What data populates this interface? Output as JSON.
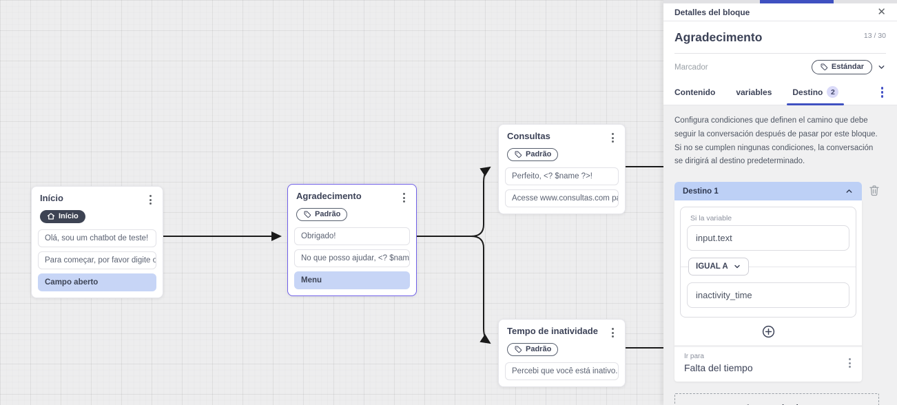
{
  "icons": {
    "close": "✕"
  },
  "colors": {
    "accent_blue": "#3f51c1",
    "selection_purple": "#6f5fe8",
    "item_highlight": "#c7d5f6",
    "destination_header": "#bdd0f6",
    "badge_dark": "#3d4353",
    "edge": "#1a1a1a"
  },
  "canvas": {
    "nodes": [
      {
        "title": "Início",
        "badge": {
          "label": "Início",
          "icon": "home-icon"
        },
        "items": [
          {
            "text": "Olá, sou um chatbot de teste!",
            "highlighted": false
          },
          {
            "text": "Para começar, por favor digite o ...",
            "highlighted": false
          },
          {
            "text": "Campo aberto",
            "highlighted": true
          }
        ]
      },
      {
        "title": "Agradecimento",
        "badge": {
          "label": "Padrão",
          "icon": "tag-icon"
        },
        "selected": true,
        "items": [
          {
            "text": "Obrigado!",
            "highlighted": false
          },
          {
            "text": "No que posso ajudar, <? $name ...",
            "highlighted": false
          },
          {
            "text": "Menu",
            "highlighted": true
          }
        ]
      },
      {
        "title": "Consultas",
        "badge": {
          "label": "Padrão",
          "icon": "tag-icon"
        },
        "items": [
          {
            "text": "Perfeito, <? $name ?>!",
            "highlighted": false
          },
          {
            "text": "Acesse www.consultas.com par...",
            "highlighted": false
          }
        ]
      },
      {
        "title": "Tempo de inatividade",
        "badge": {
          "label": "Padrão",
          "icon": "tag-icon"
        },
        "items": [
          {
            "text": "Percebi que você está inativo. C...",
            "highlighted": false
          }
        ]
      }
    ]
  },
  "panel": {
    "header": {
      "title": "Detalles del bloque"
    },
    "block": {
      "name": "Agradecimento",
      "counter": "13 / 30",
      "marker_label": "Marcador",
      "marker_value": "Estándar"
    },
    "tabs": [
      {
        "label": "Contenido",
        "active": false
      },
      {
        "label": "variables",
        "active": false
      },
      {
        "label": "Destino",
        "badge": "2",
        "active": true
      }
    ],
    "description": "Configura condiciones que definen el camino que debe seguir la conversación después de pasar por este bloque. Si no se cumplen ningunas condiciones, la conversación se dirigirá al destino predeterminado.",
    "destination": {
      "header": "Destino 1",
      "condition": {
        "variable_label": "Si la variable",
        "variable_value": "input.text",
        "operator": "IGUAL A",
        "value": "inactivity_time"
      },
      "go_to_label": "Ir para",
      "go_to_value": "Falta del tiempo"
    },
    "add_destination_label": "Agregar destino"
  }
}
